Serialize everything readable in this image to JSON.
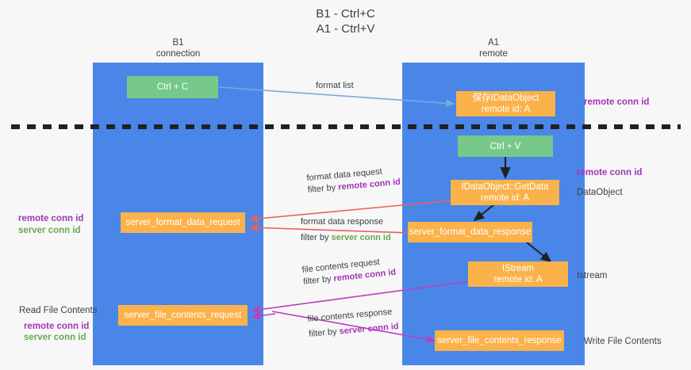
{
  "title": "B1 - Ctrl+C\nA1 - Ctrl+V",
  "colors": {
    "background": "#f7f7f8",
    "lane": "#4a86e8",
    "node_green": "#76c98a",
    "node_orange": "#fbb24a",
    "label_purple": "#a236b4",
    "label_green": "#6aa84f",
    "text_dark": "#3c4043",
    "arrow_blue": "#7aa9dd",
    "arrow_red": "#e8615a",
    "arrow_magenta": "#bb3fbb",
    "arrow_black": "#202124",
    "divider": "#202124"
  },
  "lanes": [
    {
      "name": "lane-b1",
      "header": "B1\nconnection"
    },
    {
      "name": "lane-a1",
      "header": "A1\nremote"
    }
  ],
  "nodes": [
    {
      "name": "node-ctrl-c",
      "label": "Ctrl + C",
      "style": "green"
    },
    {
      "name": "node-idataobject-save",
      "label": "保存IDataObject\nremote id: A",
      "style": "orange"
    },
    {
      "name": "node-ctrl-v",
      "label": "Ctrl + V",
      "style": "green"
    },
    {
      "name": "node-idataobject-getdata",
      "label": "IDataObject::GetData\nremote id: A",
      "style": "orange"
    },
    {
      "name": "node-server-format-data-request",
      "label": "server_format_data_request",
      "style": "orange"
    },
    {
      "name": "node-server-format-data-response",
      "label": "server_format_data_response",
      "style": "orange"
    },
    {
      "name": "node-istream",
      "label": "IStream\nremote id: A",
      "style": "orange"
    },
    {
      "name": "node-server-file-contents-request",
      "label": "server_file_contents_request",
      "style": "orange"
    },
    {
      "name": "node-server-file-contents-response",
      "label": "server_file_contents_response",
      "style": "orange"
    }
  ],
  "edge_labels": {
    "format_list": "format list",
    "format_data_request": "format data request",
    "format_data_request_filter_prefix": "filter by ",
    "format_data_request_filter_key": "remote conn id",
    "format_data_response": "format data response",
    "format_data_response_filter_prefix": "filter by ",
    "format_data_response_filter_key": "server conn id",
    "file_contents_request": "file contents request",
    "file_contents_request_filter_prefix": "filter by ",
    "file_contents_request_filter_key": "remote conn id",
    "file_contents_response": "file contents response",
    "file_contents_response_filter_prefix": "filter by ",
    "file_contents_response_filter_key": "server conn id"
  },
  "right_labels": [
    {
      "name": "right-label-remote-conn-id-top",
      "text": "remote conn id",
      "style": "purple"
    },
    {
      "name": "right-label-remote-conn-id-middle",
      "text": "remote conn id",
      "style": "purple"
    },
    {
      "name": "right-label-dataobject",
      "text": "DataObject",
      "style": "dark"
    },
    {
      "name": "right-label-istream",
      "text": "Istream",
      "style": "dark"
    },
    {
      "name": "right-label-write-file-contents",
      "text": "Write File Contents",
      "style": "dark"
    }
  ],
  "left_labels": [
    {
      "name": "left-label-remote-conn-id-middle",
      "text": "remote conn id",
      "style": "purple"
    },
    {
      "name": "left-label-server-conn-id-middle",
      "text": "server conn id",
      "style": "green"
    },
    {
      "name": "left-label-read-file-contents",
      "text": "Read File Contents",
      "style": "dark"
    },
    {
      "name": "left-label-remote-conn-id-bottom",
      "text": "remote conn id",
      "style": "purple"
    },
    {
      "name": "left-label-server-conn-id-bottom",
      "text": "server conn id",
      "style": "green"
    }
  ]
}
